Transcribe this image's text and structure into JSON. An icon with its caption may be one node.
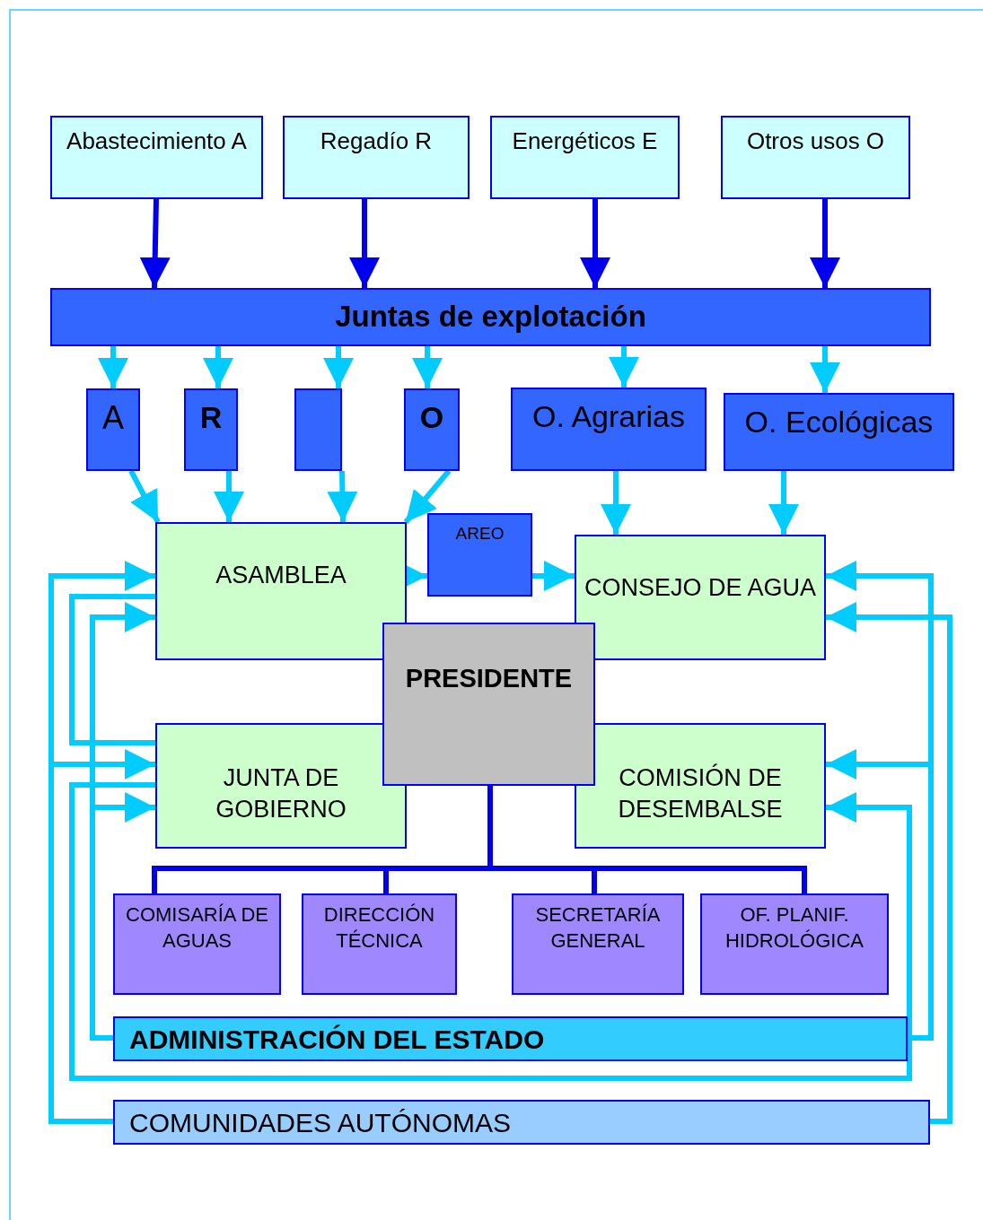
{
  "diagram": {
    "nodes": [
      {
        "text": [
          "Abastecimiento A"
        ]
      },
      {
        "text": [
          "Regadío R"
        ]
      },
      {
        "text": [
          "Energéticos E"
        ]
      },
      {
        "text": [
          "Otros usos O"
        ]
      },
      {
        "text": [
          "Juntas de explotación"
        ]
      },
      {
        "text": [
          "A"
        ]
      },
      {
        "text": [
          "R"
        ]
      },
      {
        "text": [],
        "shape": "box"
      },
      {
        "text": [
          "O"
        ]
      },
      {
        "text": [
          "O. Agrarias"
        ]
      },
      {
        "text": [
          "O. Ecológicas"
        ]
      },
      {
        "text": [
          "ASAMBLEA"
        ]
      },
      {
        "text": [
          "AREO"
        ]
      },
      {
        "text": [
          "CONSEJO DE AGUA"
        ]
      },
      {
        "text": [
          "PRESIDENTE"
        ]
      },
      {
        "text": [
          "JUNTA DE GOBIERNO"
        ]
      },
      {
        "text": [
          "COMISIÓN DE DESEMBALSE"
        ]
      },
      {
        "text": [
          "COMISARÍA DE AGUAS"
        ]
      },
      {
        "text": [
          "DIRECCIÓN TÉCNICA"
        ]
      },
      {
        "text": [
          "SECRETARÍA GENERAL"
        ]
      },
      {
        "text": [
          "OF. PLANIF. HIDROLÓGICA"
        ]
      },
      {
        "text": [
          "ADMINISTRACIÓN DEL ESTADO"
        ]
      },
      {
        "text": [
          "COMUNIDADES AUTÓNOMAS"
        ]
      }
    ],
    "edges": [
      {
        "from": 0,
        "to": 4,
        "arrow": "to",
        "color": "#0000ee"
      },
      {
        "from": 1,
        "to": 4,
        "arrow": "to",
        "color": "#0000ee"
      },
      {
        "from": 2,
        "to": 4,
        "arrow": "to",
        "color": "#0000ee"
      },
      {
        "from": 3,
        "to": 4,
        "arrow": "to",
        "color": "#0000ee"
      },
      {
        "from": 4,
        "to": 5,
        "arrow": "to"
      },
      {
        "from": 4,
        "to": 6,
        "arrow": "to"
      },
      {
        "from": 4,
        "to": 7,
        "arrow": "to"
      },
      {
        "from": 4,
        "to": 8,
        "arrow": "to"
      },
      {
        "from": 4,
        "to": 9,
        "arrow": "to"
      },
      {
        "from": 4,
        "to": 10,
        "arrow": "to"
      },
      {
        "from": 5,
        "to": 11,
        "arrow": "to"
      },
      {
        "from": 6,
        "to": 11,
        "arrow": "to"
      },
      {
        "from": 7,
        "to": 11,
        "arrow": "to"
      },
      {
        "from": 8,
        "to": 11,
        "arrow": "to"
      },
      {
        "from": 9,
        "to": 13,
        "arrow": "to"
      },
      {
        "from": 10,
        "to": 13,
        "arrow": "to"
      },
      {
        "from": 11,
        "to": 12,
        "arrow": "to"
      },
      {
        "from": 12,
        "to": 13,
        "arrow": "to"
      },
      {
        "from": 22,
        "to": 11,
        "arrow": "to"
      },
      {
        "from": 22,
        "to": 15,
        "arrow": "to"
      },
      {
        "from": 11,
        "to": 15,
        "arrow": "none"
      },
      {
        "from": 15,
        "to": 16,
        "arrow": "to"
      },
      {
        "from": 21,
        "to": 11,
        "arrow": "to"
      },
      {
        "from": 21,
        "to": 15,
        "arrow": "to"
      },
      {
        "from": 21,
        "to": 13,
        "arrow": "to"
      },
      {
        "from": 21,
        "to": 16,
        "arrow": "to"
      },
      {
        "from": 22,
        "to": 13,
        "arrow": "to"
      },
      {
        "from": 14,
        "to": 17,
        "arrow": "none",
        "color": "#0000ee"
      },
      {
        "from": 14,
        "to": 18,
        "arrow": "none",
        "color": "#0000ee"
      },
      {
        "from": 14,
        "to": 19,
        "arrow": "none",
        "color": "#0000ee"
      },
      {
        "from": 14,
        "to": 20,
        "arrow": "none",
        "color": "#0000ee"
      }
    ]
  }
}
